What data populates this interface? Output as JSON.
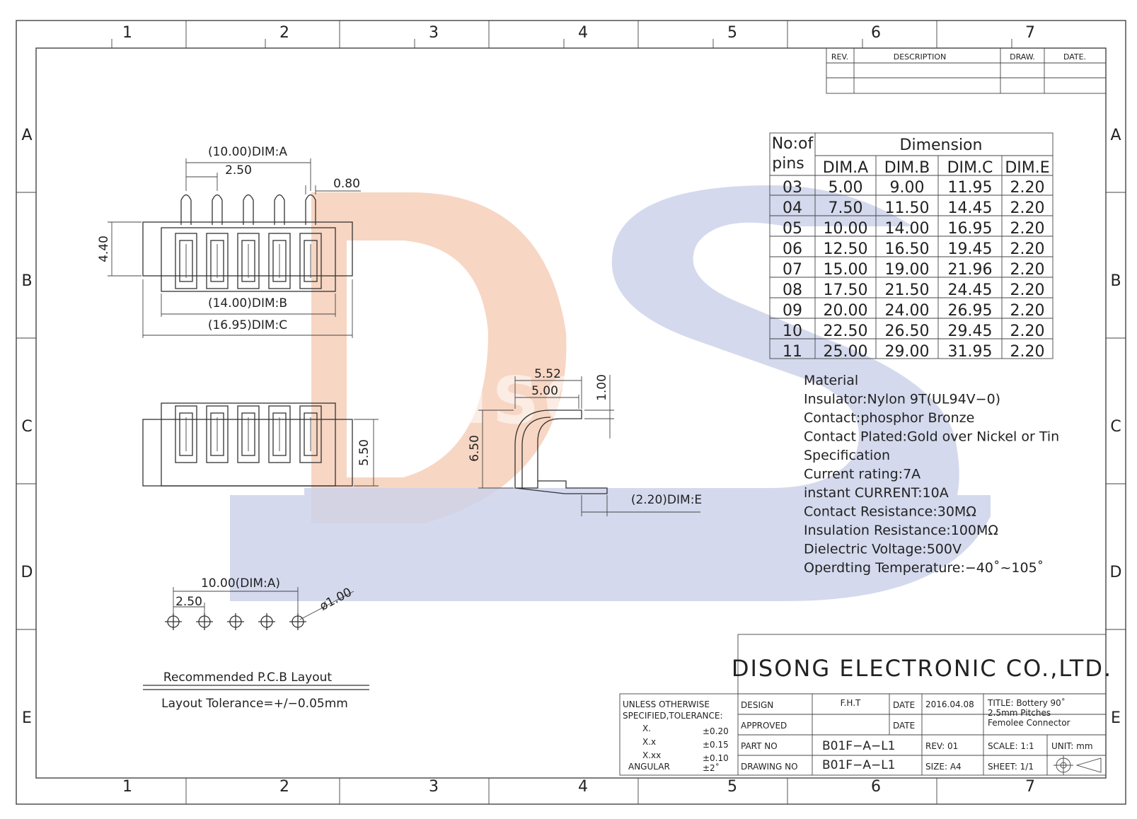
{
  "frame": {
    "col_labels": [
      "1",
      "2",
      "3",
      "4",
      "5",
      "6",
      "7"
    ],
    "row_labels": [
      "A",
      "B",
      "C",
      "D",
      "E"
    ]
  },
  "revision_table": {
    "rev": "REV.",
    "description": "DESCRIPTION",
    "draw": "DRAW.",
    "date": "DATE."
  },
  "watermark": {
    "text": "DISONG",
    "colors": {
      "b": "#f6d2bc",
      "s": "#cdd2ea"
    }
  },
  "top_view": {
    "dim_a": "(10.00)DIM:A",
    "pitch": "2.50",
    "pin_width": "0.80",
    "height": "4.40",
    "dim_b": "(14.00)DIM:B",
    "dim_c": "(16.95)DIM:C"
  },
  "front_view": {
    "height": "5.50"
  },
  "side_view": {
    "w1": "5.52",
    "w2": "5.00",
    "t": "1.00",
    "h": "6.50",
    "dim_e": "(2.20)DIM:E"
  },
  "pcb_layout": {
    "dim": "10.00(DIM:A)",
    "pitch": "2.50",
    "hole": "ø1.00",
    "title": "Recommended P.C.B Layout",
    "tolerance": "Layout Tolerance=+/−0.05mm"
  },
  "dimension_table": {
    "pins_header": [
      "No:of",
      "pins"
    ],
    "group_header": "Dimension",
    "columns": [
      "DIM.A",
      "DIM.B",
      "DIM.C",
      "DIM.E"
    ],
    "rows": [
      [
        "03",
        "5.00",
        "9.00",
        "11.95",
        "2.20"
      ],
      [
        "04",
        "7.50",
        "11.50",
        "14.45",
        "2.20"
      ],
      [
        "05",
        "10.00",
        "14.00",
        "16.95",
        "2.20"
      ],
      [
        "06",
        "12.50",
        "16.50",
        "19.45",
        "2.20"
      ],
      [
        "07",
        "15.00",
        "19.00",
        "21.96",
        "2.20"
      ],
      [
        "08",
        "17.50",
        "21.50",
        "24.45",
        "2.20"
      ],
      [
        "09",
        "20.00",
        "24.00",
        "26.95",
        "2.20"
      ],
      [
        "10",
        "22.50",
        "26.50",
        "29.45",
        "2.20"
      ],
      [
        "11",
        "25.00",
        "29.00",
        "31.95",
        "2.20"
      ]
    ]
  },
  "specs": [
    "Material",
    "Insulator:Nylon 9T(UL94V−0)",
    "Contact:phosphor Bronze",
    "Contact Plated:Gold over Nickel or Tin",
    "Specification",
    "Current rating:7A",
    "instant CURRENT:10A",
    "Contact Resistance:30MΩ",
    "Insulation Resistance:100MΩ",
    "Dielectric Voltage:500V",
    "Operdting Temperature:−40˚~105˚"
  ],
  "title_block": {
    "company": "DISONG ELECTRONIC CO.,LTD.",
    "tol_line1": "UNLESS OTHERWISE",
    "tol_line2": "SPECIFIED,TOLERANCE:",
    "tolerances": [
      {
        "label": "X.",
        "value": "±0.20"
      },
      {
        "label": "X.x",
        "value": "±0.15"
      },
      {
        "label": "X.xx",
        "value": "±0.10"
      },
      {
        "label": "ANGULAR",
        "value": "±2˚"
      }
    ],
    "design_label": "DESIGN",
    "design_value": "F.H.T",
    "date_label": "DATE",
    "date_value": "2016.04.08",
    "approved_label": "APPROVED",
    "date_label2": "DATE",
    "part_no_label": "PART NO",
    "part_no": "B01F−A−L1",
    "drawing_no_label": "DRAWING NO",
    "drawing_no": "B01F−A−L1",
    "rev": "REV:  01",
    "size": "SIZE:  A4",
    "title_line1": "TITLE:  Bottery  90˚",
    "title_line2": "2.5mm  Pitches",
    "title_line3": "Femolee  Connector",
    "scale": "SCALE:  1:1",
    "unit": "UNIT:  mm",
    "sheet": "SHEET:  1/1"
  }
}
